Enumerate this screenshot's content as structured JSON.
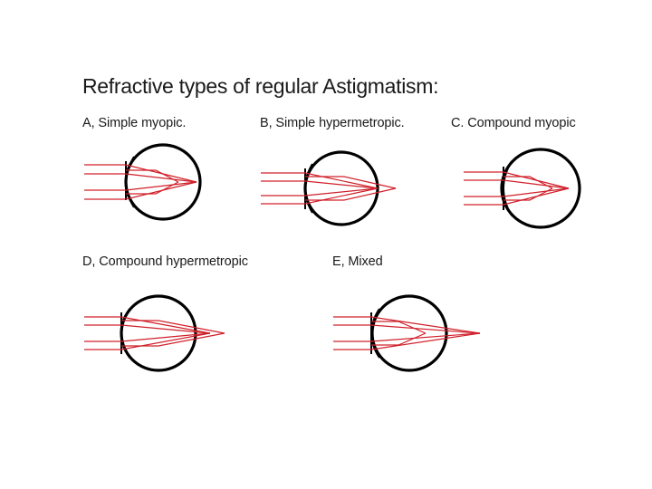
{
  "title": "Refractive types of regular Astigmatism:",
  "panels": [
    {
      "id": "a",
      "label": "A, Simple myopic."
    },
    {
      "id": "b",
      "label": "B, Simple hypermetropic."
    },
    {
      "id": "c",
      "label": "C. Compound myopic"
    },
    {
      "id": "d",
      "label": "D, Compound hypermetropic"
    },
    {
      "id": "e",
      "label": "E, Mixed"
    }
  ],
  "colors": {
    "ray": "#d0202a",
    "eye": "#000000",
    "text": "#1a1a1a"
  }
}
